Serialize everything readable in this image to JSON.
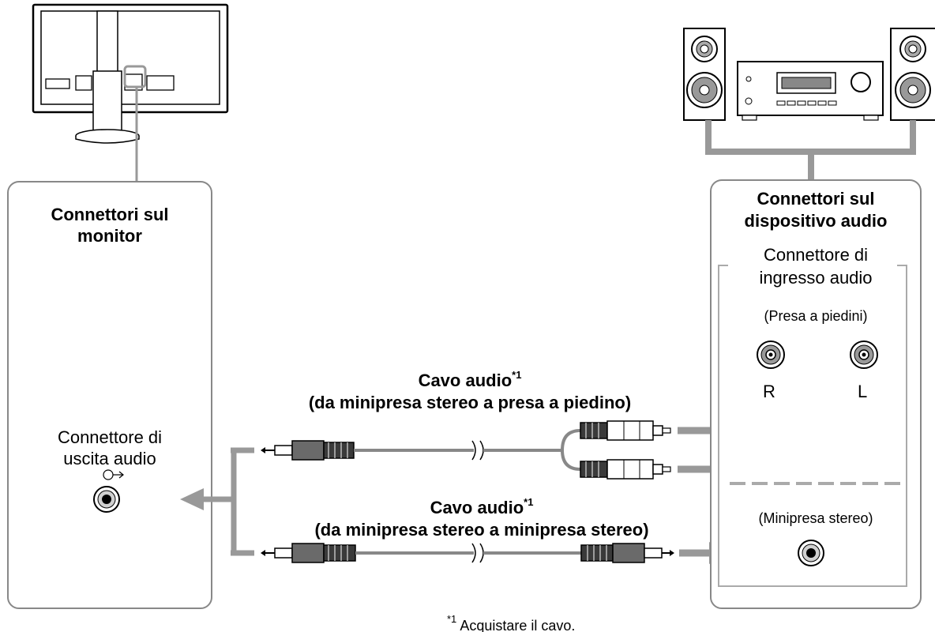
{
  "monitor_panel": {
    "title_line1": "Connettori sul",
    "title_line2": "monitor",
    "connector_line1": "Connettore di",
    "connector_line2": "uscita audio"
  },
  "audio_panel": {
    "title_line1": "Connettori sul",
    "title_line2": "dispositivo audio",
    "input_line1": "Connettore di",
    "input_line2": "ingresso audio",
    "pin_jack_label": "(Presa a piedini)",
    "channel_right": "R",
    "channel_left": "L",
    "stereo_mini_label": "(Minipresa stereo)"
  },
  "cable_top": {
    "name": "Cavo audio",
    "footnote_mark": "*1",
    "description": "(da minipresa stereo a presa a piedino)"
  },
  "cable_bottom": {
    "name": "Cavo audio",
    "footnote_mark": "*1",
    "description": "(da minipresa stereo a minipresa stereo)"
  },
  "footnote": {
    "mark": "*1",
    "text": "Acquistare il cavo."
  },
  "colors": {
    "panel_border": "#808080",
    "connection_gray": "#999999",
    "cable_gray": "#8c8c8c",
    "plug_dark": "#3a3a3a",
    "line_black": "#000000"
  },
  "icons": [
    "headphone-output-icon",
    "arrow-icon",
    "rca-jack-icon",
    "mini-jack-icon",
    "monitor-icon",
    "speaker-icon",
    "amplifier-icon"
  ]
}
